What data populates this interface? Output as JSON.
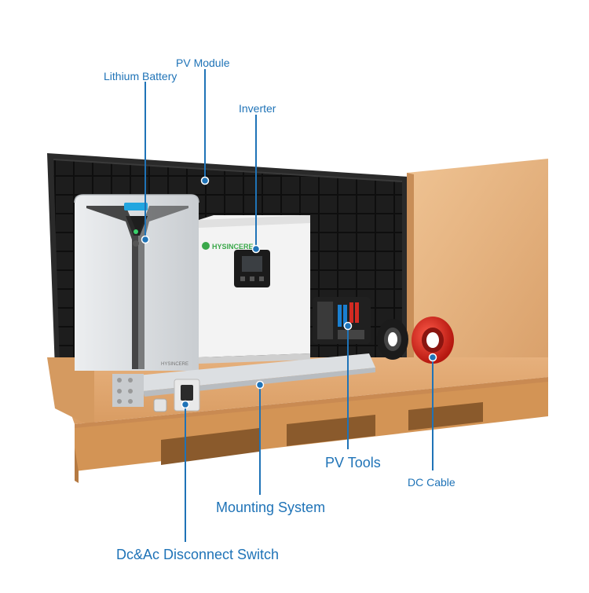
{
  "labels": {
    "lithium_battery": "Lithium Battery",
    "pv_module": "PV Module",
    "inverter": "Inverter",
    "pv_tools": "PV Tools",
    "dc_cable": "DC Cable",
    "mounting_system": "Mounting System",
    "disconnect_switch": "Dc&Ac Disconnect Switch"
  },
  "brand": {
    "battery_logo_text": "HYSINCERE",
    "inverter_logo_text": "HYSINCERE"
  },
  "colors": {
    "label_blue": "#1f73b7",
    "wood": "#e0a772",
    "panel": "#1a1a1a",
    "cable_red": "#d3281d",
    "logo_green": "#3aa84a"
  }
}
